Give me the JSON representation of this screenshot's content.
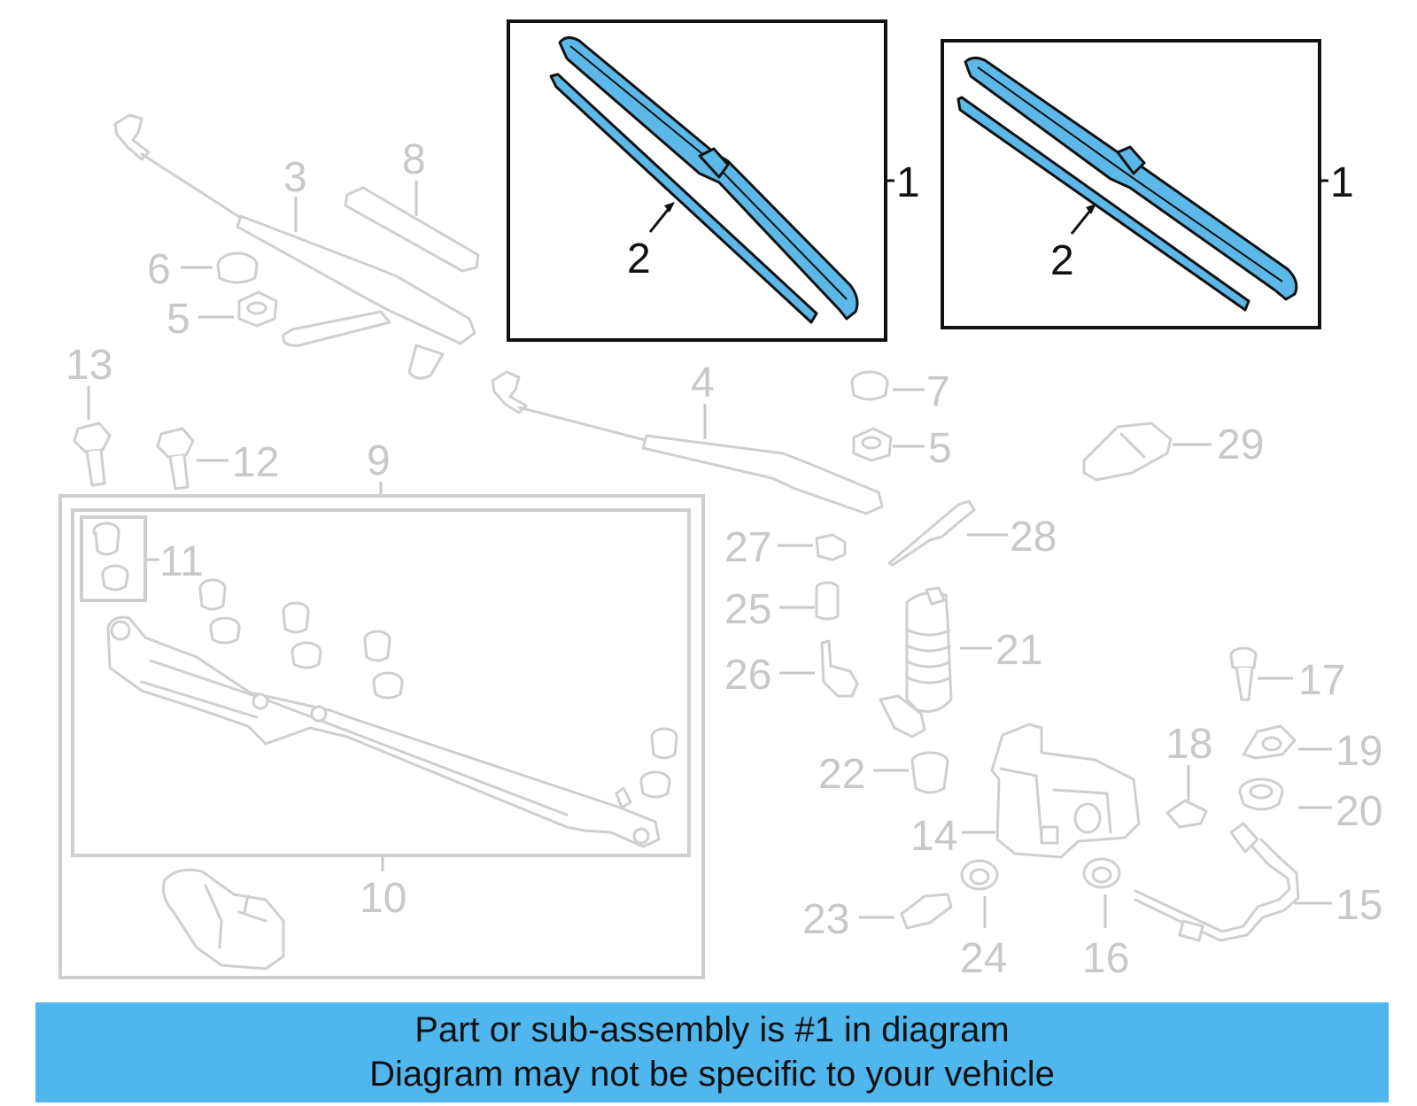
{
  "colors": {
    "highlight": "#5cb8e8",
    "banner": "#4fb6ee",
    "ghost": "#cfcfcf",
    "ink": "#111111"
  },
  "callouts": {
    "c1a": "1",
    "c2a": "2",
    "c1b": "1",
    "c2b": "2",
    "c3": "3",
    "c4": "4",
    "c5a": "5",
    "c5b": "5",
    "c6": "6",
    "c7": "7",
    "c8": "8",
    "c9": "9",
    "c10": "10",
    "c11": "11",
    "c12": "12",
    "c13": "13",
    "c14": "14",
    "c15": "15",
    "c16": "16",
    "c17": "17",
    "c18": "18",
    "c19": "19",
    "c20": "20",
    "c21": "21",
    "c22": "22",
    "c23": "23",
    "c24": "24",
    "c25": "25",
    "c26": "26",
    "c27": "27",
    "c28": "28",
    "c29": "29"
  },
  "banner": {
    "line1": "Part or sub-assembly is #1 in diagram",
    "line2": "Diagram may not be specific to your vehicle"
  }
}
